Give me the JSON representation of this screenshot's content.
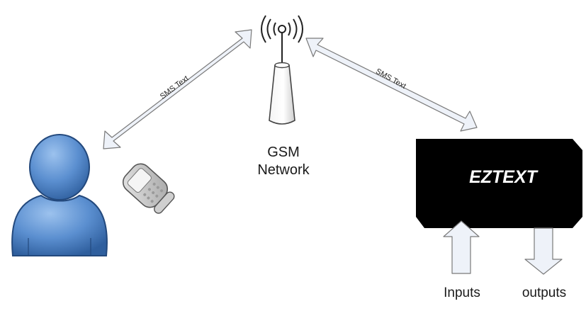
{
  "diagram": {
    "network": {
      "line1": "GSM",
      "line2": "Network"
    },
    "links": {
      "left_label": "SMS Text",
      "right_label": "SMS Text"
    },
    "device": {
      "name": "EZTEXT"
    },
    "io": {
      "inputs_label": "Inputs",
      "outputs_label": "outputs"
    },
    "icons": {
      "person": "user-icon",
      "phone": "cell-phone-icon",
      "tower": "antenna-tower-icon",
      "signal": "radio-waves-icon"
    },
    "colors": {
      "person_fill": "#5b8fd0",
      "arrow_fill": "#eef2f9",
      "arrow_stroke": "#7a7a7a",
      "device_fill": "#000000",
      "device_text": "#ffffff"
    }
  }
}
